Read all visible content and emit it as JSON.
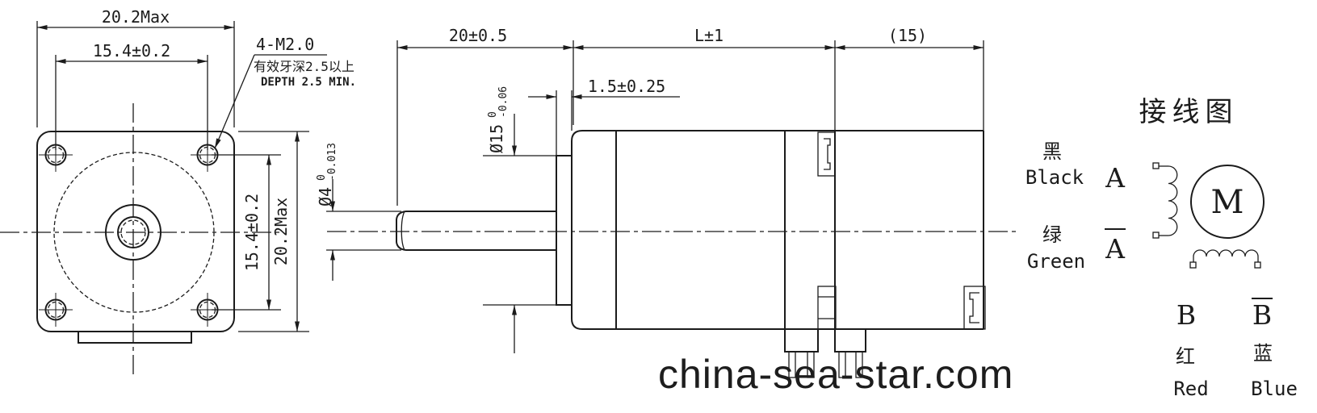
{
  "front_view": {
    "dim_top_outer": "20.2Max",
    "dim_top_holes": "15.4±0.2",
    "dim_right_holes": "15.4±0.2",
    "dim_right_outer": "20.2Max",
    "thread_note": {
      "line1": "4-M2.0",
      "line2": "有效牙深2.5以上",
      "line3": "DEPTH 2.5 MIN."
    }
  },
  "side_view": {
    "dim_shaft_length": "20±0.5",
    "dim_body_length": "L±1",
    "dim_rear_length": "(15)",
    "dim_pilot_thickness": "1.5±0.25",
    "dim_shaft_dia": {
      "base": "Ø4",
      "upper": "0",
      "lower": "-0.013"
    },
    "dim_pilot_dia": {
      "base": "Ø15",
      "upper": "0",
      "lower": "-0.06"
    }
  },
  "wiring": {
    "title": "接线图",
    "motor": "M",
    "phase_a": "A",
    "phase_a_bar": "A",
    "phase_b": "B",
    "phase_b_bar": "B",
    "lead_black_cn": "黑",
    "lead_black_en": "Black",
    "lead_green_cn": "绿",
    "lead_green_en": "Green",
    "lead_red_cn": "红",
    "lead_red_en": "Red",
    "lead_blue_cn": "蓝",
    "lead_blue_en": "Blue"
  },
  "watermark": "china-sea-star.com"
}
